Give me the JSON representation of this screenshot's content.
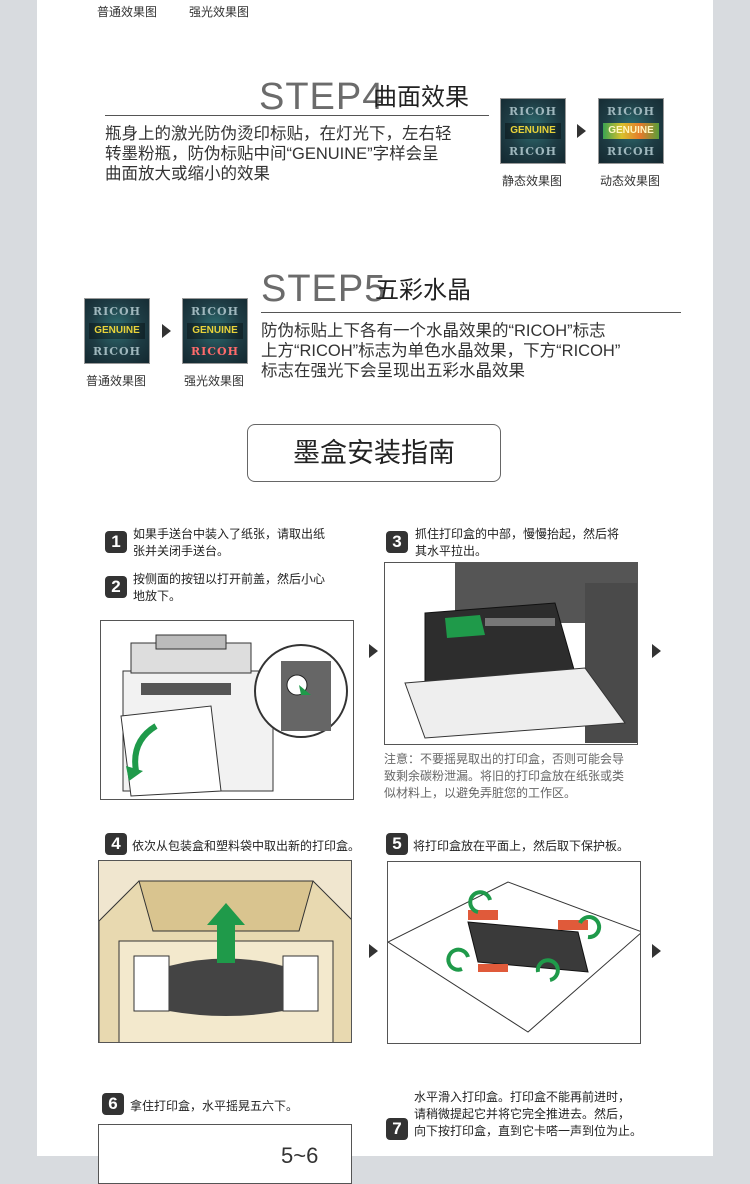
{
  "top_captions": {
    "left": "普通效果图",
    "right": "强光效果图"
  },
  "step4": {
    "big": "STEP4",
    "sub": "曲面效果",
    "text": [
      "瓶身上的激光防伪烫印标贴，在灯光下，左右轻",
      "转墨粉瓶，防伪标贴中间“GENUINE”字样会呈",
      "曲面放大或缩小的效果"
    ],
    "static_caption": "静态效果图",
    "dynamic_caption": "动态效果图"
  },
  "step5": {
    "big": "STEP5",
    "sub": "五彩水晶",
    "text": [
      "防伪标贴上下各有一个水晶效果的“RICOH”标志",
      "上方“RICOH”标志为单色水晶效果，下方“RICOH”",
      "标志在强光下会呈现出五彩水晶效果"
    ],
    "normal_caption": "普通效果图",
    "bright_caption": "强光效果图"
  },
  "label": {
    "top": "RICOH",
    "middle": "GENUINE",
    "bottom": "RICOH"
  },
  "guide_title": "墨盒安装指南",
  "steps": [
    {
      "num": "1",
      "lines": [
        "如果手送台中装入了纸张，请取出纸",
        "张并关闭手送台。"
      ]
    },
    {
      "num": "2",
      "lines": [
        "按侧面的按钮以打开前盖，然后小心",
        "地放下。"
      ]
    },
    {
      "num": "3",
      "lines": [
        "抓住打印盒的中部，慢慢抬起，然后将",
        "其水平拉出。"
      ]
    },
    {
      "num": "4",
      "lines": [
        "依次从包装盒和塑料袋中取出新的打印盒。"
      ]
    },
    {
      "num": "5",
      "lines": [
        "将打印盒放在平面上，然后取下保护板。"
      ]
    },
    {
      "num": "6",
      "lines": [
        "拿住打印盒，水平摇晃五六下。"
      ]
    },
    {
      "num": "7",
      "lines": [
        "水平滑入打印盒。打印盒不能再前进时，",
        "请稍微提起它并将它完全推进去。然后，",
        "向下按打印盒，直到它卡嗒一声到位为止。"
      ]
    }
  ],
  "note": [
    "注意：不要摇晃取出的打印盒，否则可能会导",
    "致剩余碳粉泄漏。将旧的打印盒放在纸张或类",
    "似材料上，以避免弄脏您的工作区。"
  ],
  "step6_fig_text": "5~6",
  "colors": {
    "accent_green": "#1f9a4a",
    "frame": "#555555",
    "page_bg": "#d8dbdf"
  }
}
